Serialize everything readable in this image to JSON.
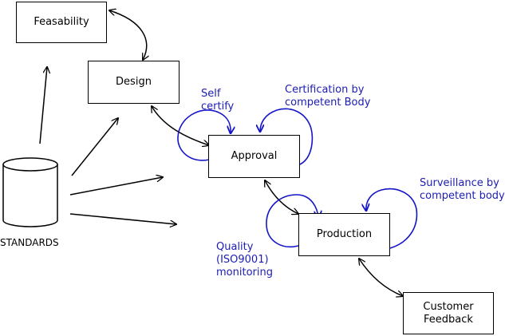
{
  "colors": {
    "annotation": "#1c1cb4",
    "stroke": "#000000",
    "loop": "#1414c8"
  },
  "nodes": {
    "feasability": "Feasability",
    "design": "Design",
    "approval": "Approval",
    "production": "Production",
    "customer_feedback": "Customer\nFeedback",
    "standards": "STANDARDS"
  },
  "annotations": {
    "self_certify": "Self\ncertify",
    "certification": "Certification by\ncompetent Body",
    "surveillance": "Surveillance by\ncompetent body",
    "quality": "Quality\n(ISO9001)\nmonitoring"
  }
}
